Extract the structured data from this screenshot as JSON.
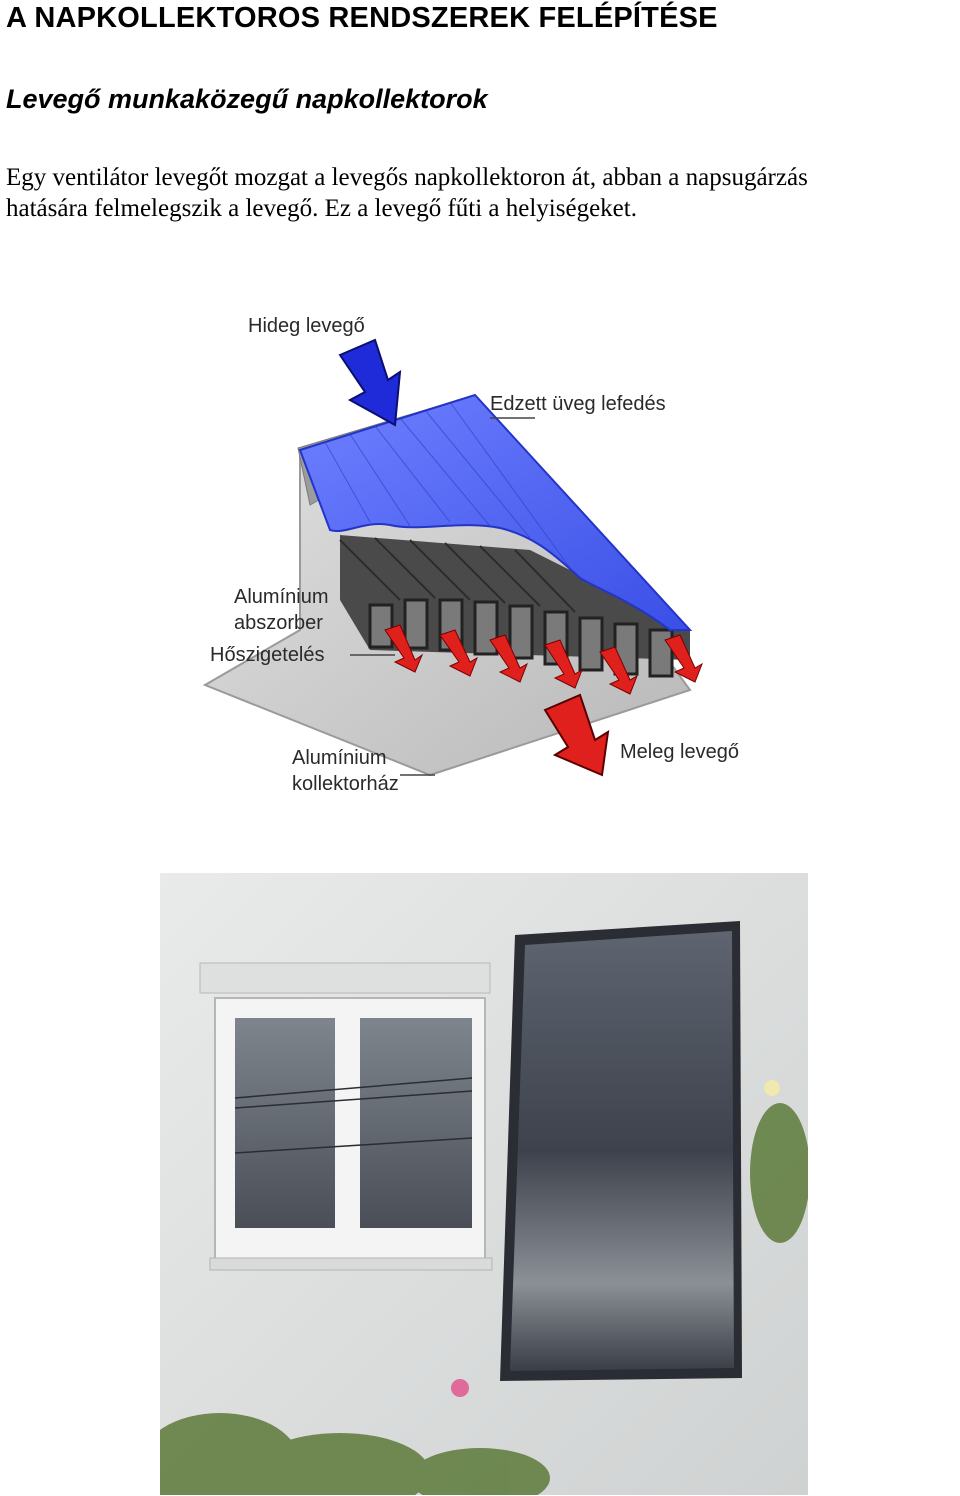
{
  "heading": "A NAPKOLLEKTOROS RENDSZEREK FELÉPÍTÉSE",
  "subheading": "Levegő munkaközegű napkollektorok",
  "paragraph_line1": "Egy ventilátor levegőt mozgat a levegős napkollektoron át, abban a napsugárzás",
  "paragraph_line2": "hatására felmelegszik a levegő. Ez a levegő fűti a helyiségeket.",
  "diagram": {
    "labels": {
      "cold_air": "Hideg levegő",
      "glass_cover": "Edzett üveg lefedés",
      "absorber_line1": "Alumínium",
      "absorber_line2": "abszorber",
      "insulation": "Hőszigetelés",
      "housing_line1": "Alumínium",
      "housing_line2": "kollektorház",
      "warm_air": "Meleg levegő"
    },
    "colors": {
      "glass": "#4a5ef0",
      "cold_arrow": "#1f2bd8",
      "warm_arrow": "#e0201c",
      "absorber": "#5a5a5a",
      "housing": "#c8c8c8"
    }
  }
}
